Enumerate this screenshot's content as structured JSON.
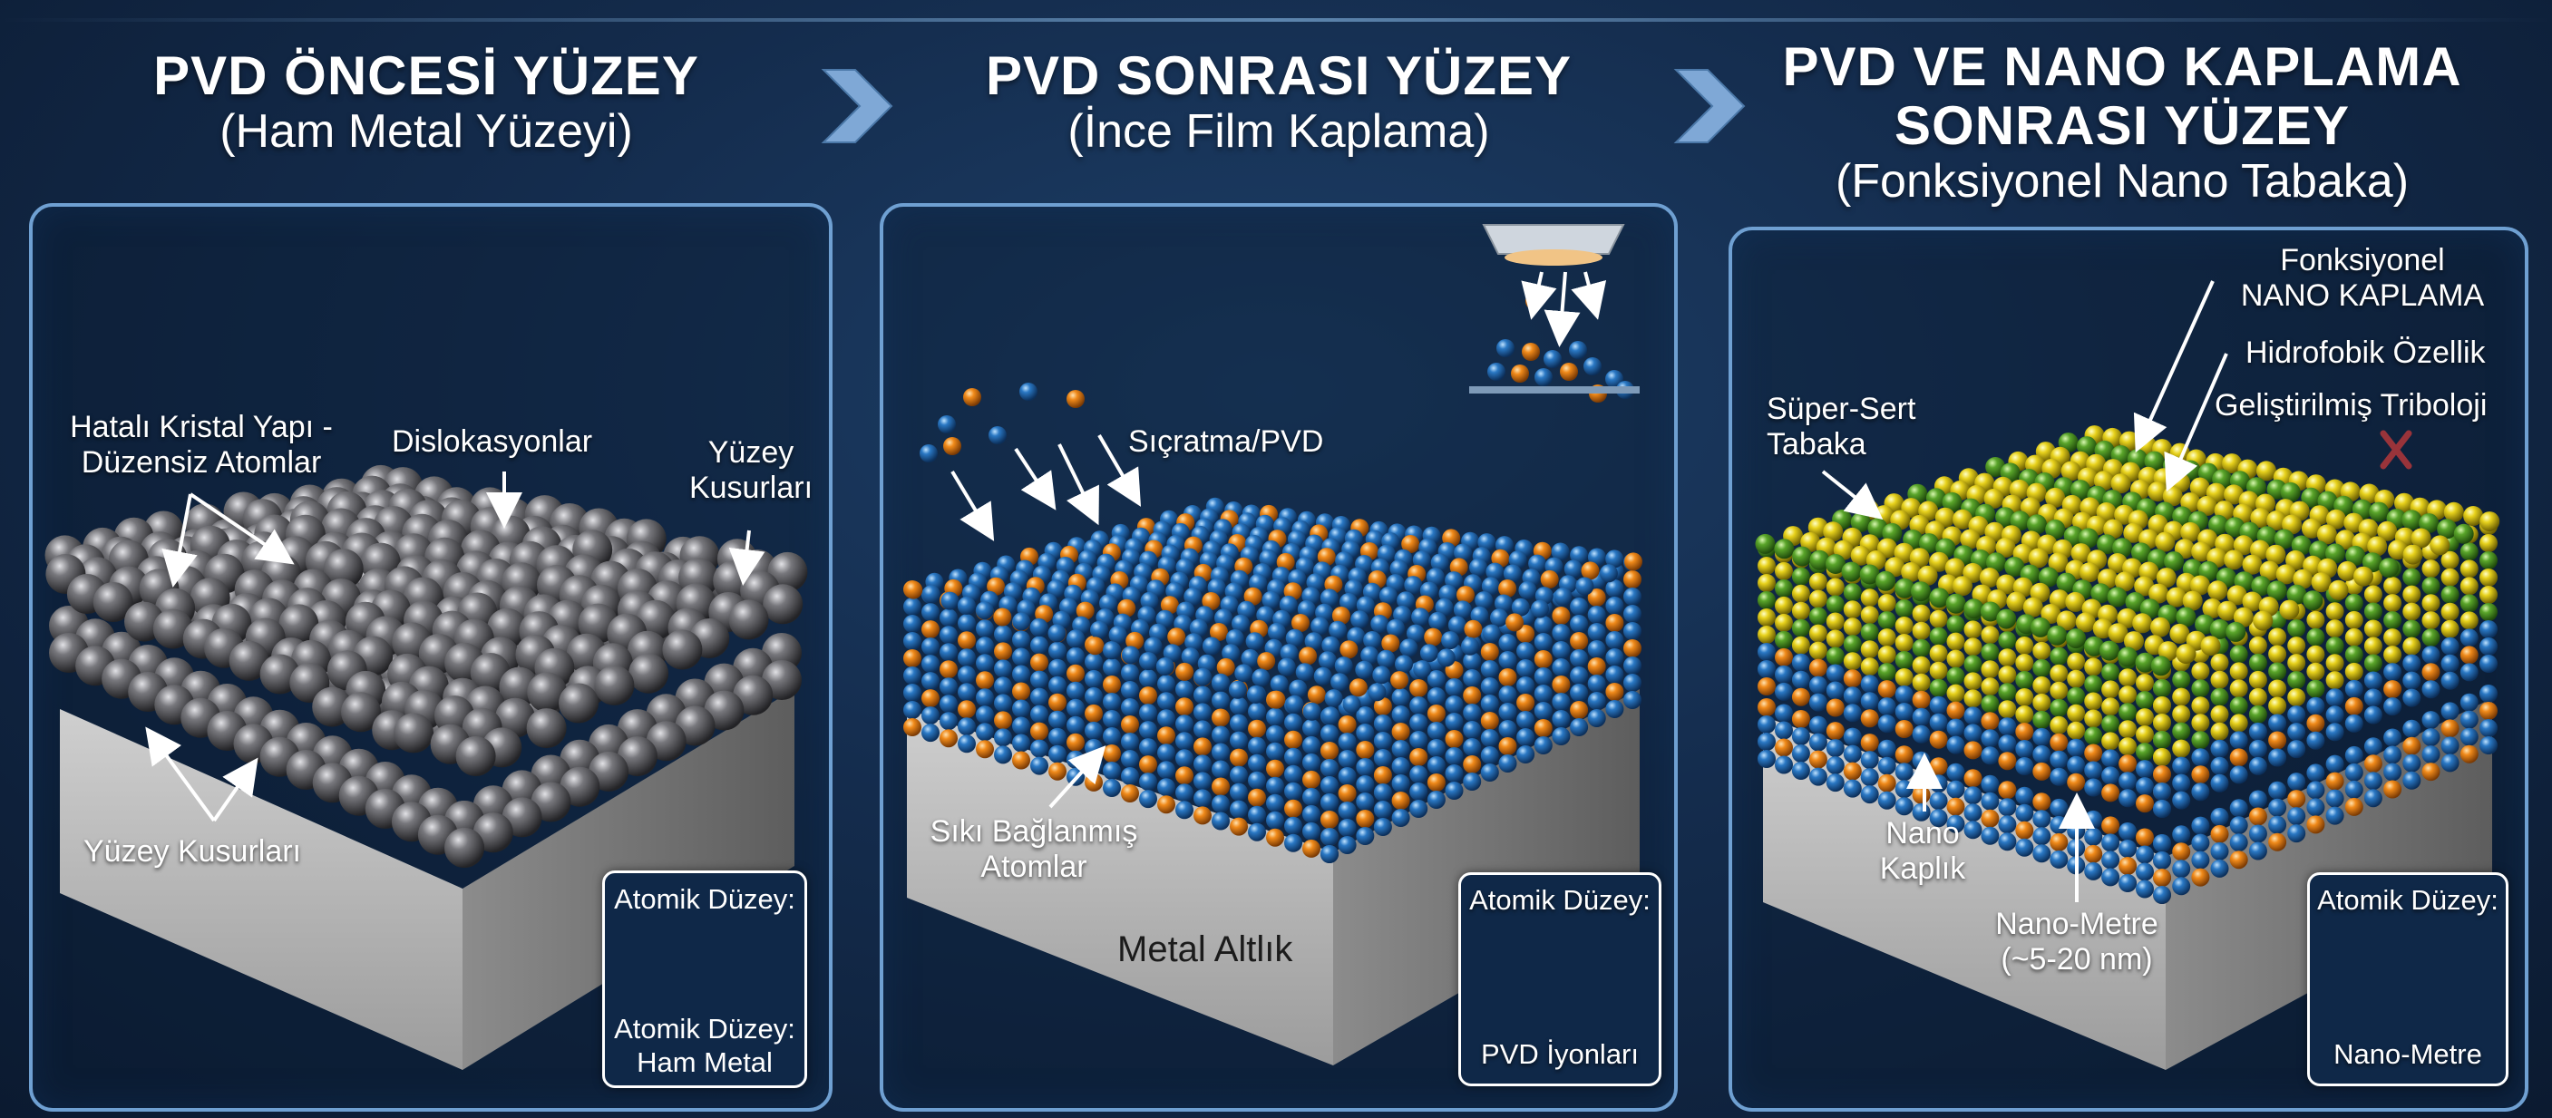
{
  "columns": [
    {
      "title": "PVD ÖNCESİ YÜZEY",
      "subtitle": "(Ham Metal Yüzeyi)",
      "labels": {
        "faulty_crystal_line1": "Hatalı Kristal Yapı -",
        "faulty_crystal_line2": "Düzensiz Atomlar",
        "dislocations": "Dislokasyonlar",
        "surface_defects_right_line1": "Yüzey",
        "surface_defects_right_line2": "Kusurları",
        "surface_defects_bottom": "Yüzey Kusurları"
      },
      "inset": {
        "top": "Atomik Düzey:",
        "bottom_line1": "Atomik Düzey:",
        "bottom_line2": "Ham Metal"
      },
      "colors": {
        "atom": "#5b5b60",
        "highlight": "#d9d9de"
      }
    },
    {
      "title": "PVD SONRASI YÜZEY",
      "subtitle": "(İnce Film Kaplama)",
      "labels": {
        "sputtering": "Sıçratma/PVD",
        "tight_bond_line1": "Sıkı Bağlanmış",
        "tight_bond_line2": "Atomlar",
        "substrate": "Metal Altlık"
      },
      "inset": {
        "top": "Atomik Düzey:",
        "bottom": "PVD İyonları"
      },
      "colors": {
        "atom_primary": "#2a78c4",
        "atom_secondary": "#f08a1a"
      }
    },
    {
      "title_line1": "PVD VE NANO KAPLAMA",
      "title_line2": "SONRASI YÜZEY",
      "subtitle": "(Fonksiyonel Nano Tabaka)",
      "labels": {
        "functional_line1": "Fonksiyonel",
        "functional_line2": "NANO KAPLAMA",
        "hydrophobic": "Hidrofobik Özellik",
        "tribology": "Geliştirilmiş Triboloji",
        "super_hard_line1": "Süper-Sert",
        "super_hard_line2": "Tabaka",
        "nano_line1": "Nano",
        "nano_line2": "Kaplık",
        "nanometre_line1": "Nano-Metre",
        "nanometre_line2": "(~5-20 nm)"
      },
      "inset": {
        "top": "Atomik Düzey:",
        "bottom": "Nano-Metre"
      },
      "colors": {
        "atom_yellow": "#e8d21c",
        "atom_green": "#5aa52a"
      }
    }
  ],
  "icons": [
    "chevron-right-icon",
    "pvd-source-icon",
    "x-mark-icon"
  ]
}
